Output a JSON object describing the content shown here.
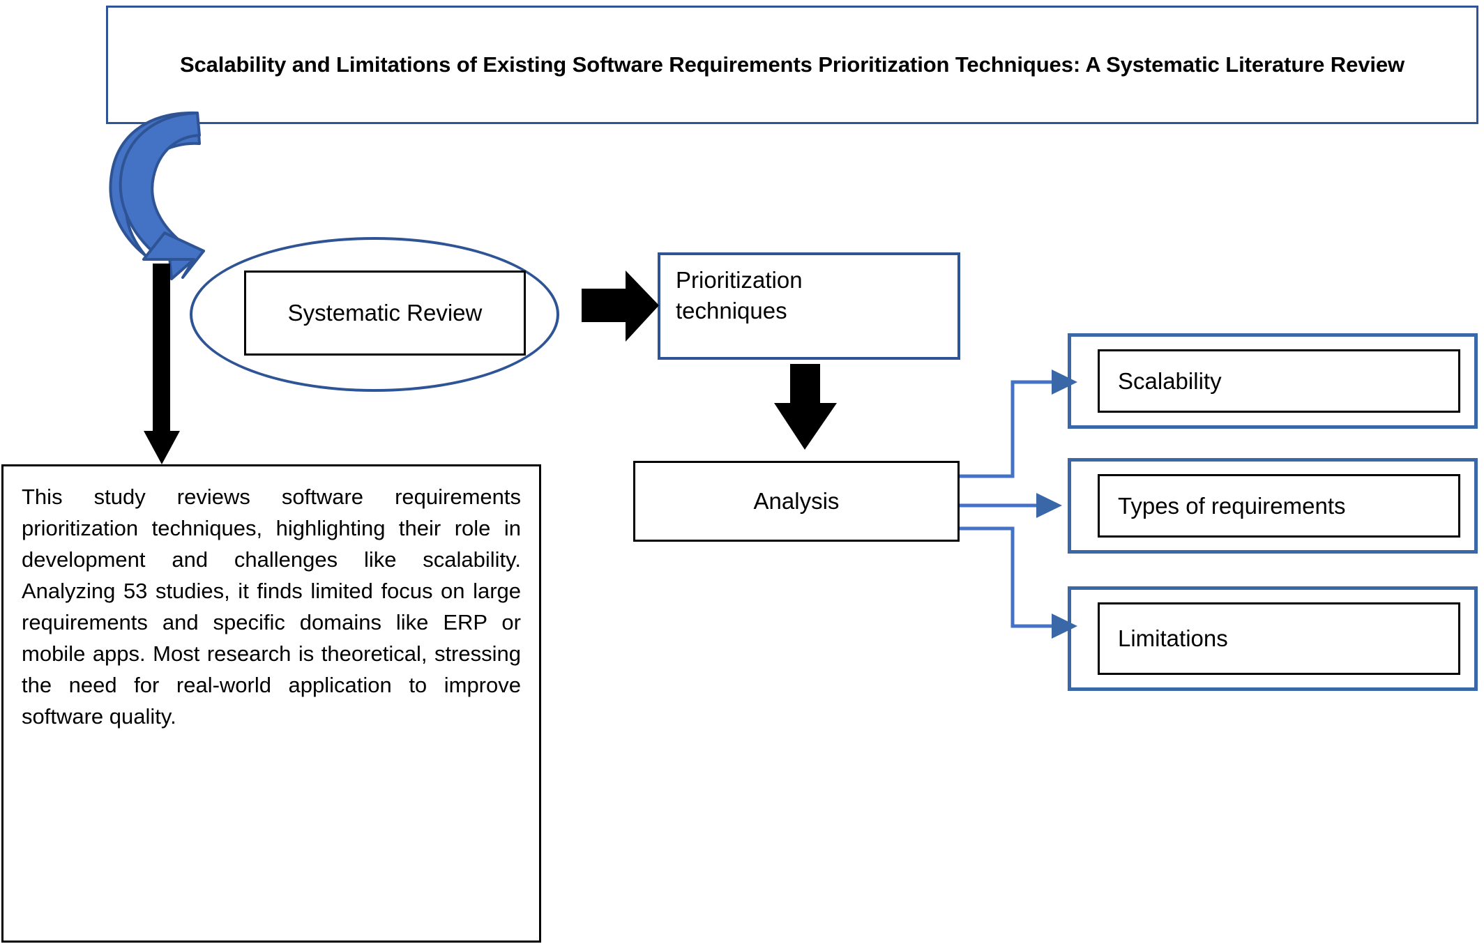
{
  "title": {
    "text": "Scalability and Limitations of Existing Software Requirements Prioritization Techniques: A Systematic Literature Review"
  },
  "nodes": {
    "systematic_review": "Systematic Review",
    "prioritization_techniques_line1": "Prioritization",
    "prioritization_techniques_line2": "techniques",
    "analysis": "Analysis"
  },
  "description": {
    "text": "This study reviews software requirements prioritization techniques, highlighting their role in development and challenges like scalability. Analyzing 53 studies, it finds limited focus on large requirements and specific domains like ERP or mobile apps. Most research is theoretical, stressing the need for real-world application to improve software quality."
  },
  "outcomes": [
    {
      "label": "Scalability"
    },
    {
      "label": "Types of requirements"
    },
    {
      "label": "Limitations"
    }
  ],
  "colors": {
    "accent_blue": "#2f5496",
    "outcome_border_blue": "#3a67a8",
    "connector_blue": "#4472c4",
    "curved_arrow_fill": "#4472c4",
    "curved_arrow_stroke": "#2f5496",
    "black": "#000000",
    "background": "#ffffff"
  },
  "arrows": {
    "curved_title_to_flow": "curved-arrow-icon",
    "title_to_description": "down-arrow-icon",
    "ellipse_to_prioritization": "right-arrow-icon",
    "prioritization_to_analysis": "down-arrow-icon",
    "analysis_to_scalability": "elbow-arrow-icon",
    "analysis_to_types": "right-arrow-icon",
    "analysis_to_limitations": "elbow-arrow-icon"
  }
}
